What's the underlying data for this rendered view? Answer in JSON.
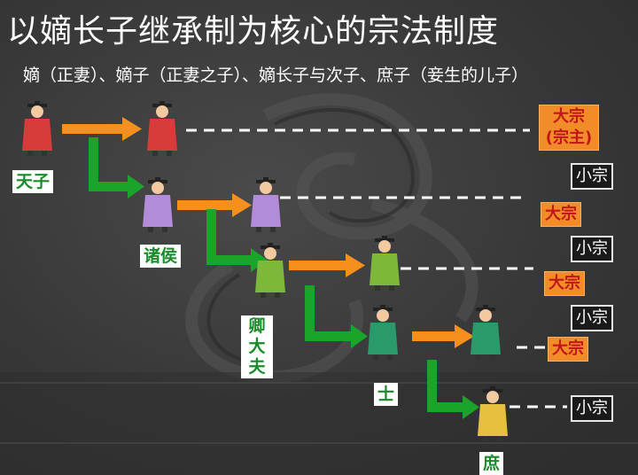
{
  "title": "以嫡长子继承制为核心的宗法制度",
  "subtitle": "嫡（正妻）、嫡子（正妻之子）、嫡长子与次子、庶子（妾生的儿子）",
  "ranks": {
    "tianzi": "天子",
    "zhuhou": "诸侯",
    "qing": "卿",
    "dafu": "大夫",
    "shi": "士",
    "shu": "庶"
  },
  "zong": {
    "dazong_1": "大宗",
    "dazong_1_sub": "(宗主)",
    "xiaozong_1": "小宗",
    "dazong_2": "大宗",
    "xiaozong_2": "小宗",
    "dazong_3": "大宗",
    "xiaozong_3": "小宗",
    "dazong_4": "大宗",
    "xiaozong_4": "小宗"
  },
  "colors": {
    "orange_arrow": "#f5901e",
    "green_arrow": "#1aa52a",
    "dazong_bg": "#f28c28",
    "dazong_text": "#c01818",
    "rank_text": "#1a8a2a"
  }
}
